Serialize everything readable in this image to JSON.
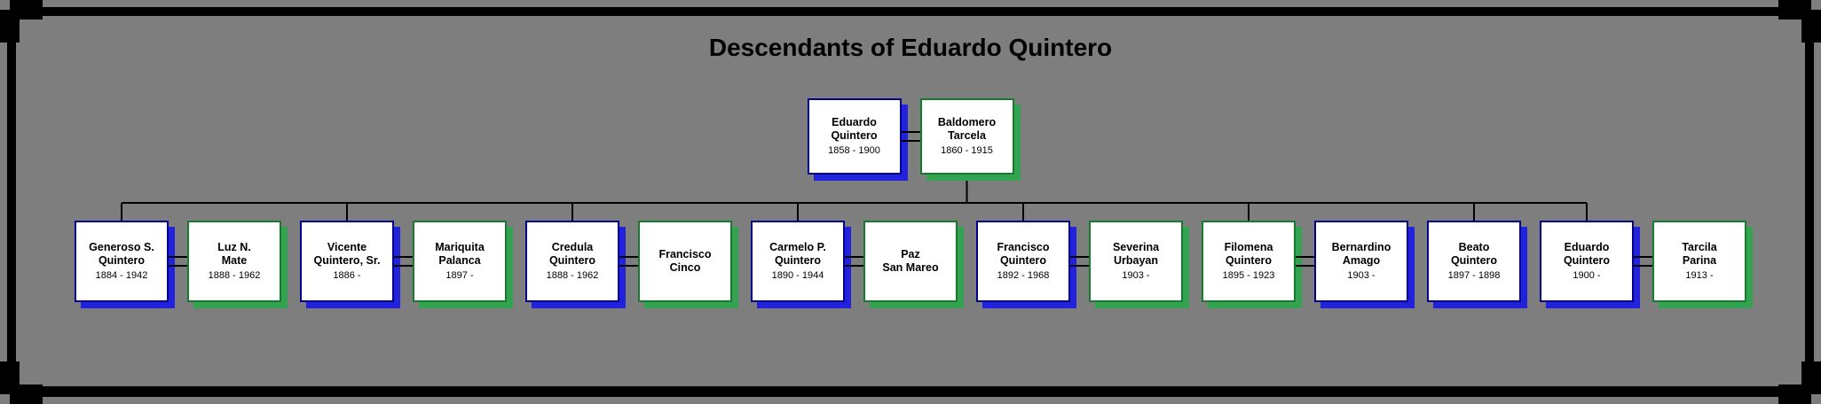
{
  "title": "Descendants of Eduardo Quintero",
  "colors": {
    "background": "#7e7e7e",
    "frame": "#000000",
    "line": "#000000",
    "box_fill": "#ffffff",
    "blue_border": "#00008b",
    "blue_shadow": "#2222dd",
    "green_border": "#157c2e",
    "green_shadow": "#33a352"
  },
  "root_couple": [
    {
      "name": "Eduardo\nQuintero",
      "dates": "1858 - 1900",
      "color": "blue",
      "child": false,
      "married_to_next": true
    },
    {
      "name": "Baldomero\nTarcela",
      "dates": "1860 - 1915",
      "color": "green",
      "child": false,
      "married_to_next": false
    }
  ],
  "children_row": [
    {
      "name": "Generoso S.\nQuintero",
      "dates": "1884 - 1942",
      "color": "blue",
      "child": true,
      "married_to_next": true
    },
    {
      "name": "Luz N.\nMate",
      "dates": "1888 - 1962",
      "color": "green",
      "child": false,
      "married_to_next": false
    },
    {
      "name": "Vicente\nQuintero, Sr.",
      "dates": "1886 -",
      "color": "blue",
      "child": true,
      "married_to_next": true
    },
    {
      "name": "Mariquita\nPalanca",
      "dates": "1897 -",
      "color": "green",
      "child": false,
      "married_to_next": false
    },
    {
      "name": "Credula\nQuintero",
      "dates": "1888 - 1962",
      "color": "blue",
      "child": true,
      "married_to_next": true
    },
    {
      "name": "Francisco\nCinco",
      "dates": "",
      "color": "green",
      "child": false,
      "married_to_next": false
    },
    {
      "name": "Carmelo P.\nQuintero",
      "dates": "1890 - 1944",
      "color": "blue",
      "child": true,
      "married_to_next": true
    },
    {
      "name": "Paz\nSan Mareo",
      "dates": "",
      "color": "green",
      "child": false,
      "married_to_next": false
    },
    {
      "name": "Francisco\nQuintero",
      "dates": "1892 - 1968",
      "color": "blue",
      "child": true,
      "married_to_next": true
    },
    {
      "name": "Severina\nUrbayan",
      "dates": "1903 -",
      "color": "green",
      "child": false,
      "married_to_next": false
    },
    {
      "name": "Filomena\nQuintero",
      "dates": "1895 - 1923",
      "color": "green",
      "child": true,
      "married_to_next": true
    },
    {
      "name": "Bernardino\nAmago",
      "dates": "1903 -",
      "color": "blue",
      "child": false,
      "married_to_next": false
    },
    {
      "name": "Beato\nQuintero",
      "dates": "1897 - 1898",
      "color": "blue",
      "child": true,
      "married_to_next": false
    },
    {
      "name": "Eduardo\nQuintero",
      "dates": "1900 -",
      "color": "blue",
      "child": true,
      "married_to_next": true
    },
    {
      "name": "Tarcila\nParina",
      "dates": "1913 -",
      "color": "green",
      "child": false,
      "married_to_next": false
    }
  ]
}
